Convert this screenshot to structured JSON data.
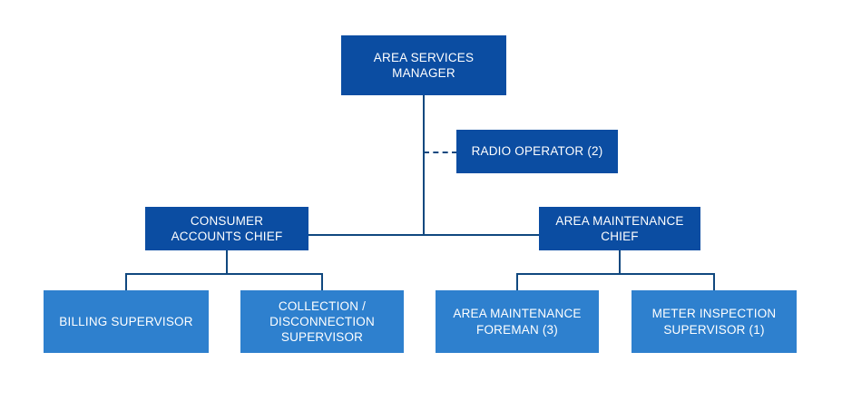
{
  "chart_data": {
    "type": "diagram",
    "diagram_type": "organization-chart",
    "title": "",
    "colors": {
      "level_dark": "#0b4da2",
      "level_light": "#2e80ce",
      "connector": "#10487f",
      "background": "#ffffff",
      "text": "#ffffff"
    },
    "nodes": [
      {
        "id": "area-services-manager",
        "label": "AREA SERVICES MANAGER",
        "lines": [
          "AREA SERVICES",
          "MANAGER"
        ],
        "level": 0,
        "style": "dark",
        "count": null
      },
      {
        "id": "radio-operator",
        "label": "RADIO OPERATOR (2)",
        "lines": [
          "RADIO OPERATOR (2)"
        ],
        "level": 1,
        "style": "dark",
        "count": 2,
        "relation": "staff-dashed"
      },
      {
        "id": "consumer-accounts-chief",
        "label": "CONSUMER ACCOUNTS CHIEF",
        "lines": [
          "CONSUMER",
          "ACCOUNTS CHIEF"
        ],
        "level": 1,
        "style": "dark",
        "count": null
      },
      {
        "id": "area-maintenance-chief",
        "label": "AREA MAINTENANCE CHIEF",
        "lines": [
          "AREA MAINTENANCE",
          "CHIEF"
        ],
        "level": 1,
        "style": "dark",
        "count": null
      },
      {
        "id": "billing-supervisor",
        "label": "BILLING SUPERVISOR",
        "lines": [
          "BILLING SUPERVISOR"
        ],
        "level": 2,
        "style": "light",
        "count": null,
        "parent": "consumer-accounts-chief"
      },
      {
        "id": "collection-disconnection-supervisor",
        "label": "COLLECTION / DISCONNECTION SUPERVISOR",
        "lines": [
          "COLLECTION /",
          "DISCONNECTION",
          "SUPERVISOR"
        ],
        "level": 2,
        "style": "light",
        "count": null,
        "parent": "consumer-accounts-chief"
      },
      {
        "id": "area-maintenance-foreman",
        "label": "AREA MAINTENANCE FOREMAN (3)",
        "lines": [
          "AREA MAINTENANCE",
          "FOREMAN (3)"
        ],
        "level": 2,
        "style": "light",
        "count": 3,
        "parent": "area-maintenance-chief"
      },
      {
        "id": "meter-inspection-supervisor",
        "label": "METER INSPECTION SUPERVISOR (1)",
        "lines": [
          "METER INSPECTION",
          "SUPERVISOR (1)"
        ],
        "level": 2,
        "style": "light",
        "count": 1,
        "parent": "area-maintenance-chief"
      }
    ],
    "edges": [
      {
        "from": "area-services-manager",
        "to": "radio-operator",
        "style": "dashed"
      },
      {
        "from": "area-services-manager",
        "to": "consumer-accounts-chief",
        "style": "solid"
      },
      {
        "from": "area-services-manager",
        "to": "area-maintenance-chief",
        "style": "solid"
      },
      {
        "from": "consumer-accounts-chief",
        "to": "billing-supervisor",
        "style": "solid"
      },
      {
        "from": "consumer-accounts-chief",
        "to": "collection-disconnection-supervisor",
        "style": "solid"
      },
      {
        "from": "area-maintenance-chief",
        "to": "area-maintenance-foreman",
        "style": "solid"
      },
      {
        "from": "area-maintenance-chief",
        "to": "meter-inspection-supervisor",
        "style": "solid"
      }
    ]
  },
  "nodes": {
    "area_services_manager": {
      "line1": "AREA SERVICES",
      "line2": "MANAGER"
    },
    "radio_operator": {
      "line1": "RADIO OPERATOR (2)"
    },
    "consumer_accounts_chief": {
      "line1": "CONSUMER",
      "line2": "ACCOUNTS CHIEF"
    },
    "area_maintenance_chief": {
      "line1": "AREA MAINTENANCE",
      "line2": "CHIEF"
    },
    "billing_supervisor": {
      "line1": "BILLING SUPERVISOR"
    },
    "collection_disconnection_supervisor": {
      "line1": "COLLECTION /",
      "line2": "DISCONNECTION",
      "line3": "SUPERVISOR"
    },
    "area_maintenance_foreman": {
      "line1": "AREA MAINTENANCE",
      "line2": "FOREMAN (3)"
    },
    "meter_inspection_supervisor": {
      "line1": "METER INSPECTION",
      "line2": "SUPERVISOR (1)"
    }
  }
}
